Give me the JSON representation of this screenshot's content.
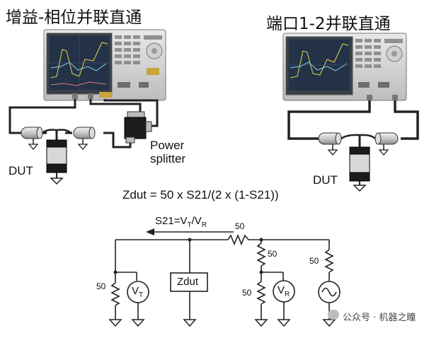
{
  "left_setup": {
    "title": "增益-相位并联直通",
    "dut_label": "DUT",
    "splitter_label_line1": "Power",
    "splitter_label_line2": "splitter"
  },
  "right_setup": {
    "title": "端口1-2并联直通",
    "dut_label": "DUT"
  },
  "formula": "Zdut = 50 x S21/(2 x (1-S21))",
  "circuit": {
    "s21_prefix": "S21=V",
    "s21_sub_t": "T",
    "s21_mid": "/V",
    "s21_sub_r": "R",
    "series_resistor": "50",
    "left_shunt_resistor": "50",
    "mid_upper_resistor": "50",
    "mid_lower_resistor": "50",
    "source_resistor": "50",
    "zdut_box": "Zdut",
    "vt_letter": "V",
    "vt_sub": "T",
    "vr_letter": "V",
    "vr_sub": "R"
  },
  "watermark": "公众号 · 机器之瞳"
}
